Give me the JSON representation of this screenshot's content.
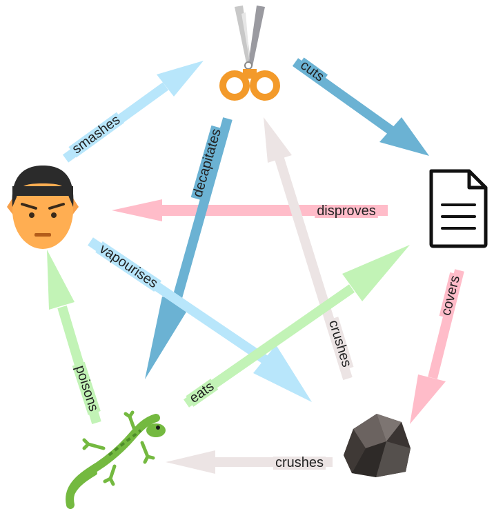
{
  "nodes": {
    "scissors": {
      "icon": "scissors-icon"
    },
    "paper": {
      "icon": "document-icon"
    },
    "rock": {
      "icon": "rock-icon"
    },
    "lizard": {
      "icon": "lizard-icon"
    },
    "spock": {
      "icon": "spock-face-icon"
    }
  },
  "edges": {
    "cuts": {
      "label": "cuts",
      "from": "scissors",
      "to": "paper",
      "color": "#6bb2d3"
    },
    "covers": {
      "label": "covers",
      "from": "paper",
      "to": "rock",
      "color": "#ffbcc9"
    },
    "rock_crushes_lizard": {
      "label": "crushes",
      "from": "rock",
      "to": "lizard",
      "color": "#ece4e4"
    },
    "poisons": {
      "label": "poisons",
      "from": "lizard",
      "to": "spock",
      "color": "#c2f3b6"
    },
    "smashes": {
      "label": "smashes",
      "from": "spock",
      "to": "scissors",
      "color": "#b8e6fb"
    },
    "decapitates": {
      "label": "decapitates",
      "from": "scissors",
      "to": "lizard",
      "color": "#6bb2d3"
    },
    "eats": {
      "label": "eats",
      "from": "lizard",
      "to": "paper",
      "color": "#c2f3b6"
    },
    "disproves": {
      "label": "disproves",
      "from": "paper",
      "to": "spock",
      "color": "#ffbcc9"
    },
    "vapourises": {
      "label": "vapourises",
      "from": "spock",
      "to": "rock",
      "color": "#b8e6fb"
    },
    "rock_crushes_scissors": {
      "label": "crushes",
      "from": "rock",
      "to": "scissors",
      "color": "#ece4e4"
    }
  }
}
